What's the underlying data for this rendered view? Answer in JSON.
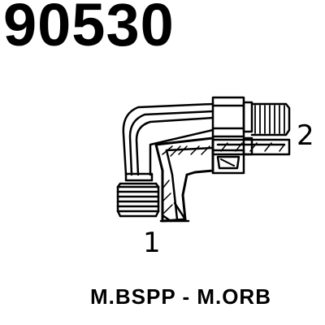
{
  "part_number": "90530",
  "ports": {
    "port_1_label": "1",
    "port_2_label": "2"
  },
  "thread_spec": "M.BSPP - M.ORB",
  "colors": {
    "line": "#000000",
    "background": "#ffffff"
  }
}
